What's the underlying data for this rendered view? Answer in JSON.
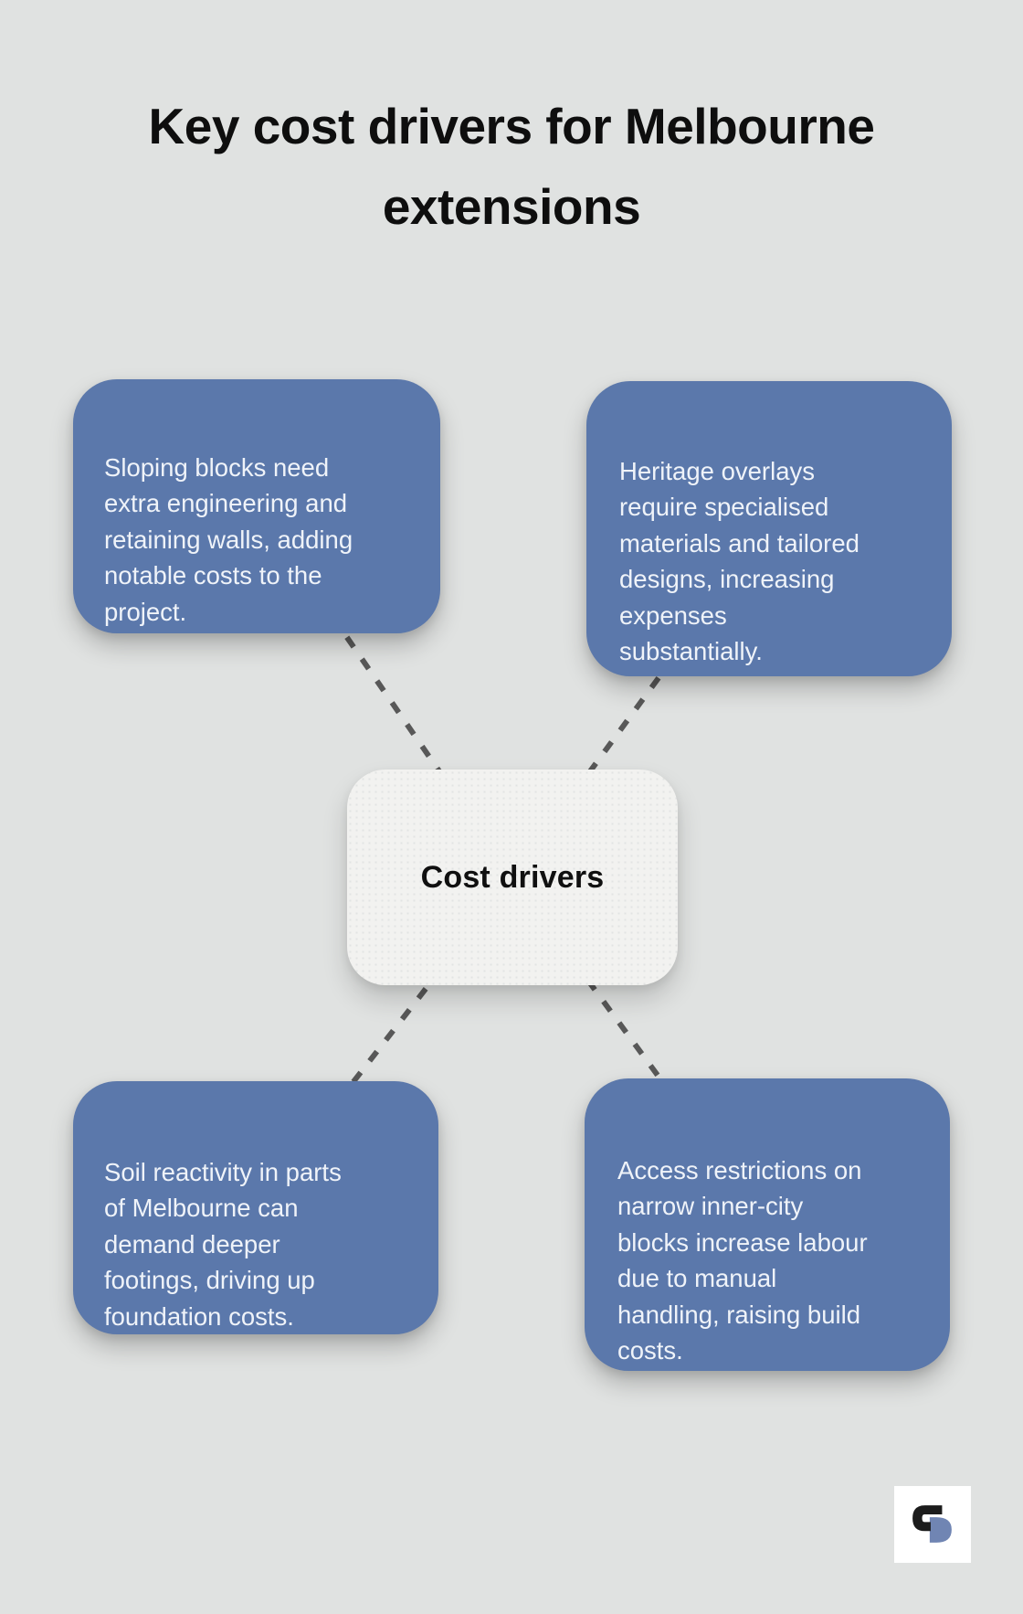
{
  "title": "Key cost drivers for Melbourne\nextensions",
  "diagram": {
    "center": {
      "label": "Cost drivers"
    },
    "nodes": [
      {
        "id": "sloping-blocks",
        "text": "Sloping blocks need\nextra engineering and\nretaining walls, adding\nnotable costs to the\nproject."
      },
      {
        "id": "heritage-overlays",
        "text": "Heritage overlays\nrequire specialised\nmaterials and tailored\ndesigns, increasing\nexpenses\nsubstantially."
      },
      {
        "id": "soil-reactivity",
        "text": "Soil reactivity in parts\nof Melbourne can\ndemand deeper\nfootings, driving up\nfoundation costs."
      },
      {
        "id": "access-restrictions",
        "text": "Access restrictions on\nnarrow inner-city\nblocks increase labour\ndue to manual\nhandling, raising build\ncosts."
      }
    ]
  },
  "colors": {
    "background": "#e0e2e1",
    "node_fill": "#5b78ab",
    "node_text": "#eff3f9",
    "center_fill": "#f2f2f0",
    "dash": "#585858",
    "title_text": "#0e0e0e",
    "logo_black": "#1c1c1c",
    "logo_blue": "#7085b3"
  }
}
